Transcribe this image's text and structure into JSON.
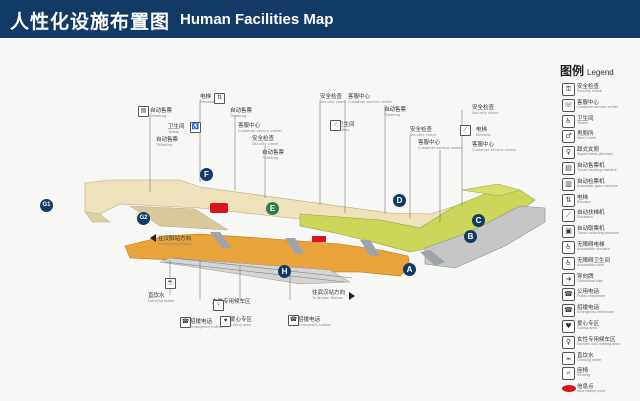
{
  "header": {
    "title_cn": "人性化设施布置图",
    "title_en": "Human Facilities Map"
  },
  "colors": {
    "header_bg": "#123a66",
    "platform_orange": "#e8a33a",
    "concourse_beige": "#ede2ba",
    "concourse_green": "#cbd65a",
    "service_red": "#d8141e"
  },
  "legend": {
    "title_cn": "图例",
    "title_en": "Legend",
    "items": [
      {
        "cn": "安全检查",
        "en": "Security check",
        "icon": "security-check-icon",
        "glyph": "⚿"
      },
      {
        "cn": "客服中心",
        "en": "Customer service center",
        "icon": "customer-service-icon",
        "glyph": "☏"
      },
      {
        "cn": "卫生间",
        "en": "Toilets",
        "icon": "toilet-icon",
        "glyph": "♿"
      },
      {
        "cn": "男厕所",
        "en": "Men's toilet",
        "icon": "men-toilet-icon",
        "glyph": "♂"
      },
      {
        "cn": "蹲式女厕",
        "en": "Squat toilets (female)",
        "icon": "women-toilet-icon",
        "glyph": "♀"
      },
      {
        "cn": "自动售票机",
        "en": "Ticket vending machine",
        "icon": "ticket-machine-icon",
        "glyph": "▤"
      },
      {
        "cn": "自动检票机",
        "en": "Automatic gate machine",
        "icon": "ticket-gate-icon",
        "glyph": "▥"
      },
      {
        "cn": "电梯",
        "en": "Elevator",
        "icon": "elevator-icon",
        "glyph": "⇅"
      },
      {
        "cn": "自动扶梯机",
        "en": "Escalator",
        "icon": "escalator-icon",
        "glyph": "⟋"
      },
      {
        "cn": "自动取票机",
        "en": "Ticket collecting machine",
        "icon": "ticket-collect-icon",
        "glyph": "▣"
      },
      {
        "cn": "无障碍电梯",
        "en": "Accessible elevator",
        "icon": "accessible-elevator-icon",
        "glyph": "♿"
      },
      {
        "cn": "无障碍卫生间",
        "en": "Accessible toilet",
        "icon": "accessible-toilet-icon",
        "glyph": "♿"
      },
      {
        "cn": "导向牌",
        "en": "Directional sign",
        "icon": "directional-sign-icon",
        "glyph": "➜"
      },
      {
        "cn": "公用电话",
        "en": "Public telephone",
        "icon": "public-phone-icon",
        "glyph": "☎"
      },
      {
        "cn": "招援电话",
        "en": "Emergency telephone",
        "icon": "emergency-phone-icon",
        "glyph": "☎"
      },
      {
        "cn": "爱心专区",
        "en": "Caring area",
        "icon": "caring-area-icon",
        "glyph": "♥"
      },
      {
        "cn": "女性专用候车区",
        "en": "Women only waiting area",
        "icon": "women-waiting-icon",
        "glyph": "♀"
      },
      {
        "cn": "直饮水",
        "en": "Drinking water",
        "icon": "drinking-water-icon",
        "glyph": "☕"
      },
      {
        "cn": "座椅",
        "en": "Seating",
        "icon": "seating-icon",
        "glyph": "⑁"
      },
      {
        "cn": "信息点",
        "en": "Information point",
        "icon": "info-point-icon",
        "glyph": ""
      }
    ]
  },
  "map_labels": [
    {
      "cn": "电梯",
      "en": "Elevator"
    },
    {
      "cn": "自动售票",
      "en": "Ticketing"
    },
    {
      "cn": "卫生间",
      "en": "Toilets"
    },
    {
      "cn": "自动售票",
      "en": "Ticketing"
    },
    {
      "cn": "自动售票",
      "en": "Ticketing"
    },
    {
      "cn": "客服中心",
      "en": "Customer service center"
    },
    {
      "cn": "安全检查",
      "en": "Security check"
    },
    {
      "cn": "自动售票",
      "en": "Ticketing"
    },
    {
      "cn": "安全检查",
      "en": "Security check"
    },
    {
      "cn": "客服中心",
      "en": "Customer service center"
    },
    {
      "cn": "卫生间",
      "en": "Toilets"
    },
    {
      "cn": "自动售票",
      "en": "Ticketing"
    },
    {
      "cn": "安全检查",
      "en": "Security check"
    },
    {
      "cn": "客服中心",
      "en": "Customer service center"
    },
    {
      "cn": "安全检查",
      "en": "Security check"
    },
    {
      "cn": "电梯",
      "en": "Elevator"
    },
    {
      "cn": "客服中心",
      "en": "Customer service center"
    },
    {
      "cn": "直饮水",
      "en": "Drinking water"
    },
    {
      "cn": "女性专用候车区",
      "en": "Women only waiting area"
    },
    {
      "cn": "爱心专区",
      "en": "Caring area"
    },
    {
      "cn": "招援电话",
      "en": "Emergency button"
    },
    {
      "cn": "招援电话",
      "en": "Emergency button"
    }
  ],
  "direction_labels": [
    {
      "cn": "往汉阳站方向",
      "en": "To Hanyang Station"
    },
    {
      "cn": "往武汉站方向",
      "en": "To Wuhan Station"
    }
  ],
  "exits": [
    "A",
    "B",
    "C",
    "D",
    "E",
    "F",
    "G1",
    "G2",
    "H"
  ]
}
